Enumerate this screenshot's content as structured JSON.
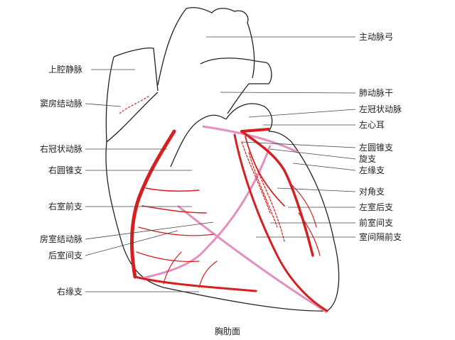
{
  "labels_left": [
    {
      "id": "l1",
      "text": "上腔静脉"
    },
    {
      "id": "l2",
      "text": "窦房结动脉"
    },
    {
      "id": "l3",
      "text": "右冠状动脉"
    },
    {
      "id": "l4",
      "text": "右圆锥支"
    },
    {
      "id": "l5",
      "text": "右室前支"
    },
    {
      "id": "l6",
      "text": "房室结动脉"
    },
    {
      "id": "l7",
      "text": "后室间支"
    },
    {
      "id": "l8",
      "text": "右缘支"
    }
  ],
  "labels_right": [
    {
      "id": "r1",
      "text": "主动脉弓"
    },
    {
      "id": "r2",
      "text": "肺动脉干"
    },
    {
      "id": "r3",
      "text": "左冠状动脉"
    },
    {
      "id": "r4",
      "text": "左心耳"
    },
    {
      "id": "r5",
      "text": "左圆锥支"
    },
    {
      "id": "r6",
      "text": "旋支"
    },
    {
      "id": "r7",
      "text": "左缘支"
    },
    {
      "id": "r8",
      "text": "对角支"
    },
    {
      "id": "r9",
      "text": "左室后支"
    },
    {
      "id": "r10",
      "text": "前室间支"
    },
    {
      "id": "r11",
      "text": "室间隔前支"
    }
  ],
  "caption": "胸肋面",
  "colors": {
    "artery": "#d42020",
    "septal": "#e58fc0",
    "outline": "#222222",
    "leader": "#444444"
  }
}
